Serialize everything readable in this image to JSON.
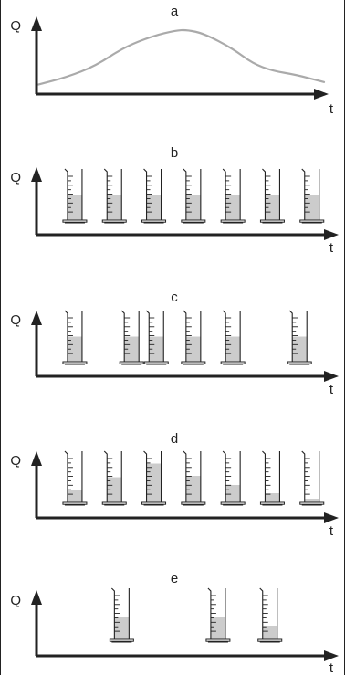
{
  "figure": {
    "panels": [
      {
        "id": "a",
        "label": "a",
        "y_axis_label": "Q",
        "x_axis_label": "t",
        "kind": "curve",
        "curve_points": [
          [
            0,
            0.08
          ],
          [
            0.1,
            0.2
          ],
          [
            0.2,
            0.38
          ],
          [
            0.3,
            0.68
          ],
          [
            0.4,
            0.86
          ],
          [
            0.48,
            0.95
          ],
          [
            0.52,
            0.96
          ],
          [
            0.58,
            0.9
          ],
          [
            0.68,
            0.66
          ],
          [
            0.75,
            0.42
          ],
          [
            0.82,
            0.3
          ],
          [
            0.9,
            0.24
          ],
          [
            1.0,
            0.12
          ]
        ]
      },
      {
        "id": "b",
        "label": "b",
        "y_axis_label": "Q",
        "x_axis_label": "t",
        "kind": "cylinders",
        "cylinders": [
          {
            "t": 0.07,
            "fill": 0.55
          },
          {
            "t": 0.23,
            "fill": 0.55
          },
          {
            "t": 0.39,
            "fill": 0.55
          },
          {
            "t": 0.55,
            "fill": 0.55
          },
          {
            "t": 0.71,
            "fill": 0.55
          },
          {
            "t": 0.87,
            "fill": 0.55
          },
          {
            "t": 1.03,
            "fill": 0.55
          }
        ]
      },
      {
        "id": "c",
        "label": "c",
        "y_axis_label": "Q",
        "x_axis_label": "t",
        "kind": "cylinders",
        "cylinders": [
          {
            "t": 0.07,
            "fill": 0.55
          },
          {
            "t": 0.3,
            "fill": 0.55
          },
          {
            "t": 0.4,
            "fill": 0.55
          },
          {
            "t": 0.55,
            "fill": 0.55
          },
          {
            "t": 0.71,
            "fill": 0.55
          },
          {
            "t": 0.98,
            "fill": 0.55
          }
        ]
      },
      {
        "id": "d",
        "label": "d",
        "y_axis_label": "Q",
        "x_axis_label": "t",
        "kind": "cylinders",
        "cylinders": [
          {
            "t": 0.07,
            "fill": 0.28
          },
          {
            "t": 0.23,
            "fill": 0.55
          },
          {
            "t": 0.39,
            "fill": 0.85
          },
          {
            "t": 0.55,
            "fill": 0.58
          },
          {
            "t": 0.71,
            "fill": 0.38
          },
          {
            "t": 0.87,
            "fill": 0.2
          },
          {
            "t": 1.03,
            "fill": 0.08
          }
        ]
      },
      {
        "id": "e",
        "label": "e",
        "y_axis_label": "Q",
        "x_axis_label": "t",
        "kind": "cylinders",
        "cylinders": [
          {
            "t": 0.26,
            "fill": 0.5
          },
          {
            "t": 0.65,
            "fill": 0.5
          },
          {
            "t": 0.86,
            "fill": 0.3
          }
        ]
      }
    ],
    "colors": {
      "axis": "#222222",
      "curve": "#aaaaaa",
      "liquid": "#cccccc",
      "cylinder_outline": "#222222"
    }
  }
}
